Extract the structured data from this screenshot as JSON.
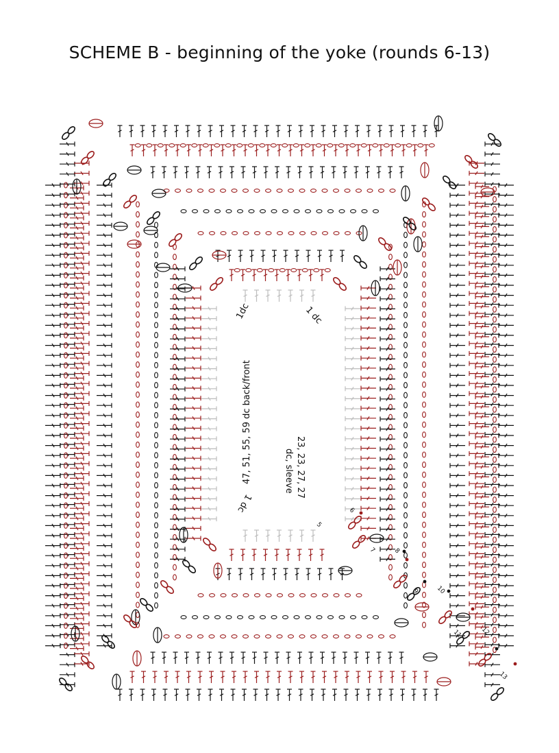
{
  "title": "SCHEME B - beginning of the yoke (rounds 6-13)",
  "labels": {
    "dc_top_left": "1dc",
    "dc_top_right": "1 dc",
    "dc_bottom_left": "1 dc",
    "back_front": "47, 51, 55, 59 dc back/front",
    "sleeve_counts": "23, 23, 27, 27",
    "sleeve_word": "dc, sleeve"
  },
  "round_numbers": [
    "5",
    "6",
    "7",
    "8",
    "9",
    "10",
    "11",
    "12",
    "13"
  ],
  "colors": {
    "black": "#111111",
    "red": "#9b1c1c",
    "grey": "#bdbdbd"
  },
  "symbols": [
    "double-crochet",
    "chain",
    "chain-loop",
    "leaf-cluster",
    "slip-stitch"
  ]
}
